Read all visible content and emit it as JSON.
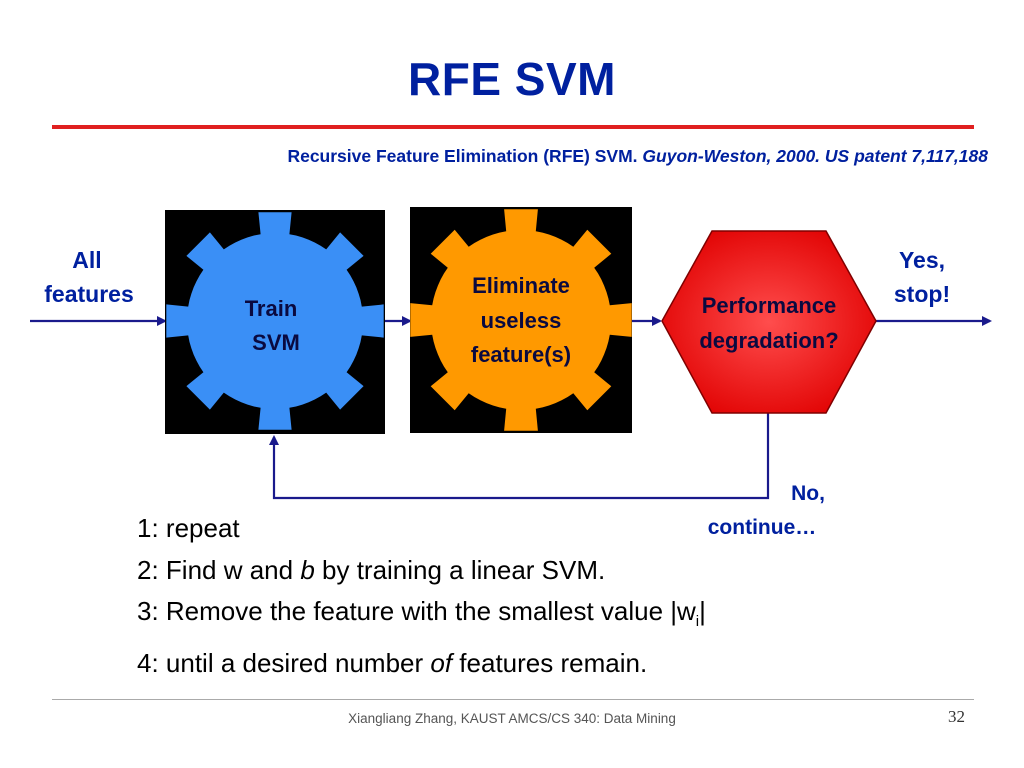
{
  "slide": {
    "title": "RFE SVM",
    "subtitle_main": "Recursive Feature Elimination (RFE) SVM. ",
    "subtitle_cite": "Guyon-Weston, 2000. US patent 7,117,188"
  },
  "diagram": {
    "input_label": [
      "All",
      "features"
    ],
    "train_gear": [
      "Train",
      "SVM"
    ],
    "eliminate_gear": [
      "Eliminate",
      "useless",
      "feature(s)"
    ],
    "decision": [
      "Performance",
      "degradation?"
    ],
    "yes_label": [
      "Yes,",
      "stop!"
    ],
    "no_label": [
      "No,",
      "continue…"
    ],
    "colors": {
      "train_gear": "#3a8ff6",
      "eliminate_gear": "#ff9900",
      "decision": "#ff1a1a",
      "arrows": "#1a1a8c",
      "text_blue": "#00209f"
    }
  },
  "steps": {
    "s1": "1: repeat",
    "s2_a": "2: Find w and ",
    "s2_b": "b",
    "s2_c": " by training a linear SVM.",
    "s3_a": "3: Remove the feature with the smallest value |w",
    "s3_sub": "i",
    "s3_b": "|",
    "s4_a": "4: until a desired number ",
    "s4_b": "of",
    "s4_c": "  features remain."
  },
  "footer": {
    "text": "Xiangliang Zhang, KAUST AMCS/CS 340: Data Mining",
    "page": "32"
  }
}
